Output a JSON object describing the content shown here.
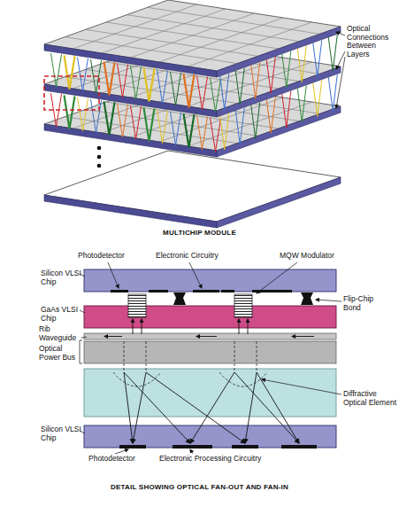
{
  "diagram": {
    "caption": "DETAIL SHOWING OPTICAL FAN-OUT AND FAN-IN",
    "labels": [
      "Optical Connections Between Layers",
      "MULTICHIP MODULE",
      "Photodetector",
      "Electronic Circuitry",
      "MQW Modulator",
      "Silicon VLSI Chip",
      "GaAs VLSI Chip",
      "Flip-Chip Bond",
      "Rib Waveguide",
      "Optical Power Bus",
      "Diffractive Optical Element",
      "Silicon VLSI Chip",
      "Photodetector",
      "Electronic Processing Circuitry"
    ]
  }
}
